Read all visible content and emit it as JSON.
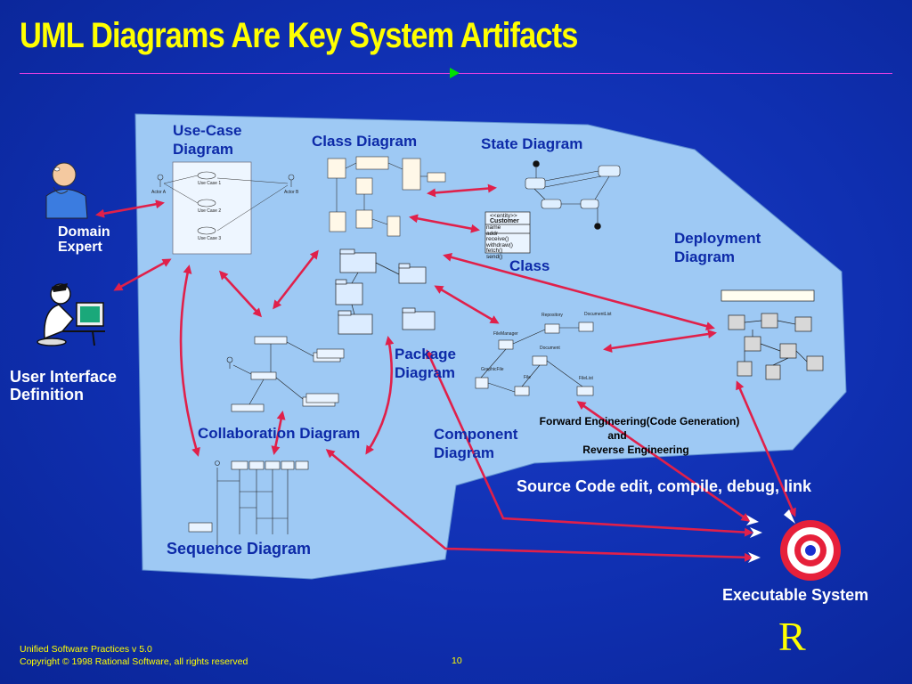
{
  "slide": {
    "title": "UML Diagrams Are Key System Artifacts",
    "page_number": "10",
    "footer_line1": "Unified Software Practices v 5.0",
    "footer_line2": "Copyright © 1998 Rational Software, all rights reserved",
    "logo_letter": "R"
  },
  "labels": {
    "use_case": "Use-Case\nDiagram",
    "class_diagram": "Class Diagram",
    "state_diagram": "State Diagram",
    "deployment": "Deployment\nDiagram",
    "class": "Class",
    "package": "Package\nDiagram",
    "component": "Component\nDiagram",
    "collaboration": "Collaboration Diagram",
    "sequence": "Sequence Diagram",
    "domain_expert": "Domain\nExpert",
    "user_interface": "User Interface\nDefinition",
    "forward_eng_1": "Forward Engineering(Code Generation)",
    "forward_eng_2": "and",
    "forward_eng_3": "Reverse Engineering",
    "source_code": "Source Code edit, compile, debug, link",
    "executable": "Executable System"
  },
  "mini_text": {
    "actor_a": "Actor A",
    "actor_b": "Actor B",
    "uc1": "Use Case 1",
    "uc2": "Use Case 2",
    "uc3": "Use Case 3",
    "class_stereo": "<<entity>>",
    "class_name": "Customer",
    "class_members": "name\naddr\nreceive()\nwithdraw()\nfetch()\nsend()",
    "comp_repository": "Repository",
    "comp_doclist": "DocumentList",
    "comp_filemanager": "FileManager",
    "comp_document": "Document",
    "comp_graphicfile": "GraphicFile",
    "comp_file": "File",
    "comp_filelist": "FileList"
  },
  "colors": {
    "background": "#1433c0",
    "panel": "#9ec9f4",
    "title": "#ffff00",
    "arrow": "#e0204a",
    "label": "#0d2aa8",
    "rule": "#e040e0"
  },
  "icons": [
    "domain-expert-figure",
    "user-at-computer-figure",
    "target-icon"
  ]
}
